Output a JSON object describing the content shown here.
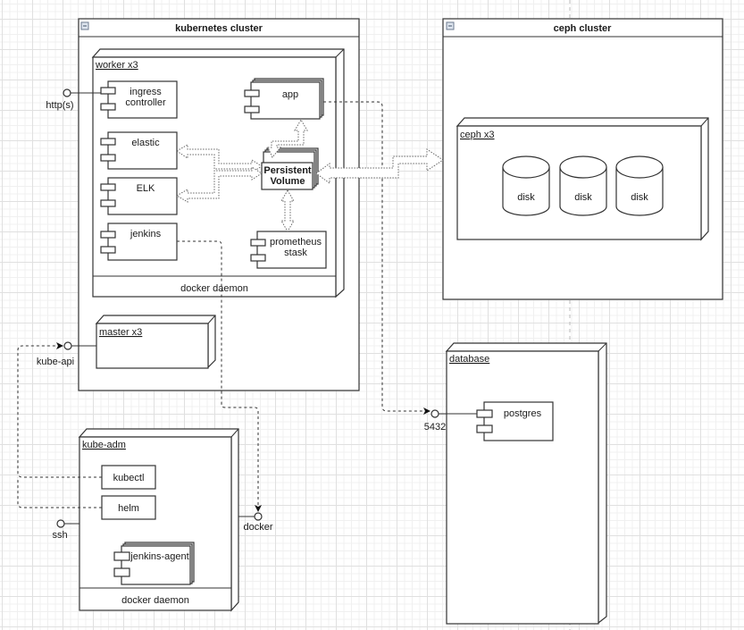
{
  "diagram": {
    "kubernetes_cluster": {
      "title": "kubernetes cluster",
      "worker": {
        "label": "worker x3",
        "footer": "docker daemon",
        "components": {
          "ingress": [
            "ingress",
            "controller"
          ],
          "app": "app",
          "elastic": "elastic",
          "elk": "ELK",
          "jenkins": "jenkins",
          "persistent_volume": [
            "Persistent",
            "Volume"
          ],
          "prometheus": [
            "prometheus",
            "stask"
          ]
        }
      },
      "master": {
        "label": "master x3"
      }
    },
    "ceph_cluster": {
      "title": "ceph cluster",
      "node": {
        "label": "ceph x3",
        "disks": [
          "disk",
          "disk",
          "disk"
        ]
      }
    },
    "database": {
      "label": "database",
      "component": "postgres"
    },
    "kube_adm": {
      "label": "kube-adm",
      "tools": [
        "kubectl",
        "helm"
      ],
      "agent": "jenkins-agent",
      "footer": "docker daemon"
    },
    "ports": {
      "http": "http(s)",
      "kube_api": "kube-api",
      "postgres": "5432",
      "ssh": "ssh",
      "docker": "docker"
    }
  }
}
